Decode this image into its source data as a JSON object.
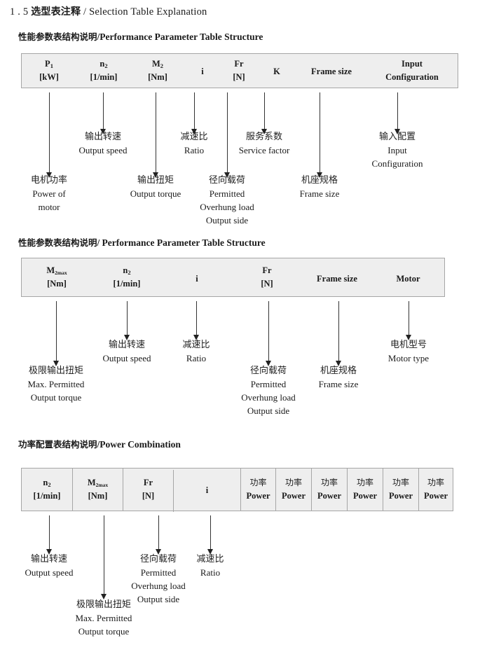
{
  "document": {
    "title_number": "1 . 5",
    "title_cn": "选型表注释",
    "title_sep": "/",
    "title_en": "Selection Table Explanation"
  },
  "sections": [
    {
      "heading_cn": "性能参数表结构说明",
      "heading_sep": "/",
      "heading_en": "Performance Parameter Table Structure",
      "table": {
        "columns": [
          {
            "symbol": "P",
            "sub": "1",
            "unit": "[kW]"
          },
          {
            "symbol": "n",
            "sub": "2",
            "unit": "[1/min]"
          },
          {
            "symbol": "M",
            "sub": "2",
            "unit": "[Nm]"
          },
          {
            "symbol": "i",
            "sub": "",
            "unit": ""
          },
          {
            "symbol": "Fr",
            "sub": "",
            "unit": "[N]"
          },
          {
            "symbol": "K",
            "sub": "",
            "unit": ""
          },
          {
            "symbol": "Frame size",
            "sub": "",
            "unit": ""
          },
          {
            "symbol": "Input",
            "sub": "",
            "unit": "Configuration"
          }
        ]
      },
      "notes": [
        {
          "cn": "电机功率",
          "en1": "Power of",
          "en2": "motor",
          "en3": "",
          "en4": ""
        },
        {
          "cn": "输出转速",
          "en1": "Output speed",
          "en2": "",
          "en3": "",
          "en4": ""
        },
        {
          "cn": "输出扭矩",
          "en1": "Output torque",
          "en2": "",
          "en3": "",
          "en4": ""
        },
        {
          "cn": "减速比",
          "en1": "Ratio",
          "en2": "",
          "en3": "",
          "en4": ""
        },
        {
          "cn": "径向载荷",
          "en1": "Permitted",
          "en2": "Overhung load",
          "en3": "Output side",
          "en4": ""
        },
        {
          "cn": "服务系数",
          "en1": "Service factor",
          "en2": "",
          "en3": "",
          "en4": ""
        },
        {
          "cn": "机座规格",
          "en1": "Frame size",
          "en2": "",
          "en3": "",
          "en4": ""
        },
        {
          "cn": "输入配置",
          "en1": "Input",
          "en2": "Configuration",
          "en3": "",
          "en4": ""
        }
      ]
    },
    {
      "heading_cn": "性能参数表结构说明",
      "heading_sep": "/",
      "heading_en": "Performance Parameter Table Structure",
      "table": {
        "columns": [
          {
            "symbol": "M",
            "sub": "2max",
            "unit": "[Nm]"
          },
          {
            "symbol": "n",
            "sub": "2",
            "unit": "[1/min]"
          },
          {
            "symbol": "i",
            "sub": "",
            "unit": ""
          },
          {
            "symbol": "Fr",
            "sub": "",
            "unit": "[N]"
          },
          {
            "symbol": "Frame size",
            "sub": "",
            "unit": ""
          },
          {
            "symbol": "Motor",
            "sub": "",
            "unit": ""
          }
        ]
      },
      "notes": [
        {
          "cn": "极限输出扭矩",
          "en1": "Max. Permitted",
          "en2": "Output  torque",
          "en3": "",
          "en4": ""
        },
        {
          "cn": "输出转速",
          "en1": "Output speed",
          "en2": "",
          "en3": "",
          "en4": ""
        },
        {
          "cn": "减速比",
          "en1": "Ratio",
          "en2": "",
          "en3": "",
          "en4": ""
        },
        {
          "cn": "径向载荷",
          "en1": "Permitted",
          "en2": "Overhung load",
          "en3": "Output side",
          "en4": ""
        },
        {
          "cn": "机座规格",
          "en1": "Frame size",
          "en2": "",
          "en3": "",
          "en4": ""
        },
        {
          "cn": "电机型号",
          "en1": "Motor type",
          "en2": "",
          "en3": "",
          "en4": ""
        }
      ]
    },
    {
      "heading_cn": "功率配置表结构说明",
      "heading_sep": "/",
      "heading_en": "Power Combination",
      "table": {
        "columns": [
          {
            "symbol": "n",
            "sub": "2",
            "unit": "[1/min]"
          },
          {
            "symbol": "M",
            "sub": "2max",
            "unit": "[Nm]"
          },
          {
            "symbol": "Fr",
            "sub": "",
            "unit": "[N]"
          },
          {
            "symbol": "i",
            "sub": "",
            "unit": ""
          },
          {
            "symbol": "功率",
            "sub": "",
            "unit": "Power"
          },
          {
            "symbol": "功率",
            "sub": "",
            "unit": "Power"
          },
          {
            "symbol": "功率",
            "sub": "",
            "unit": "Power"
          },
          {
            "symbol": "功率",
            "sub": "",
            "unit": "Power"
          },
          {
            "symbol": "功率",
            "sub": "",
            "unit": "Power"
          },
          {
            "symbol": "功率",
            "sub": "",
            "unit": "Power"
          }
        ]
      },
      "notes": [
        {
          "cn": "输出转速",
          "en1": "Output speed",
          "en2": "",
          "en3": "",
          "en4": ""
        },
        {
          "cn": "极限输出扭矩",
          "en1": "Max. Permitted",
          "en2": "Output  torque",
          "en3": "",
          "en4": ""
        },
        {
          "cn": "径向载荷",
          "en1": "Permitted",
          "en2": "Overhung load",
          "en3": "Output side",
          "en4": ""
        },
        {
          "cn": "减速比",
          "en1": "Ratio",
          "en2": "",
          "en3": "",
          "en4": ""
        }
      ]
    }
  ],
  "colors": {
    "table_fill": "#eeeeee",
    "table_border": "#a6a6a6",
    "arrow": "#333333",
    "text": "#1a1a1a"
  }
}
